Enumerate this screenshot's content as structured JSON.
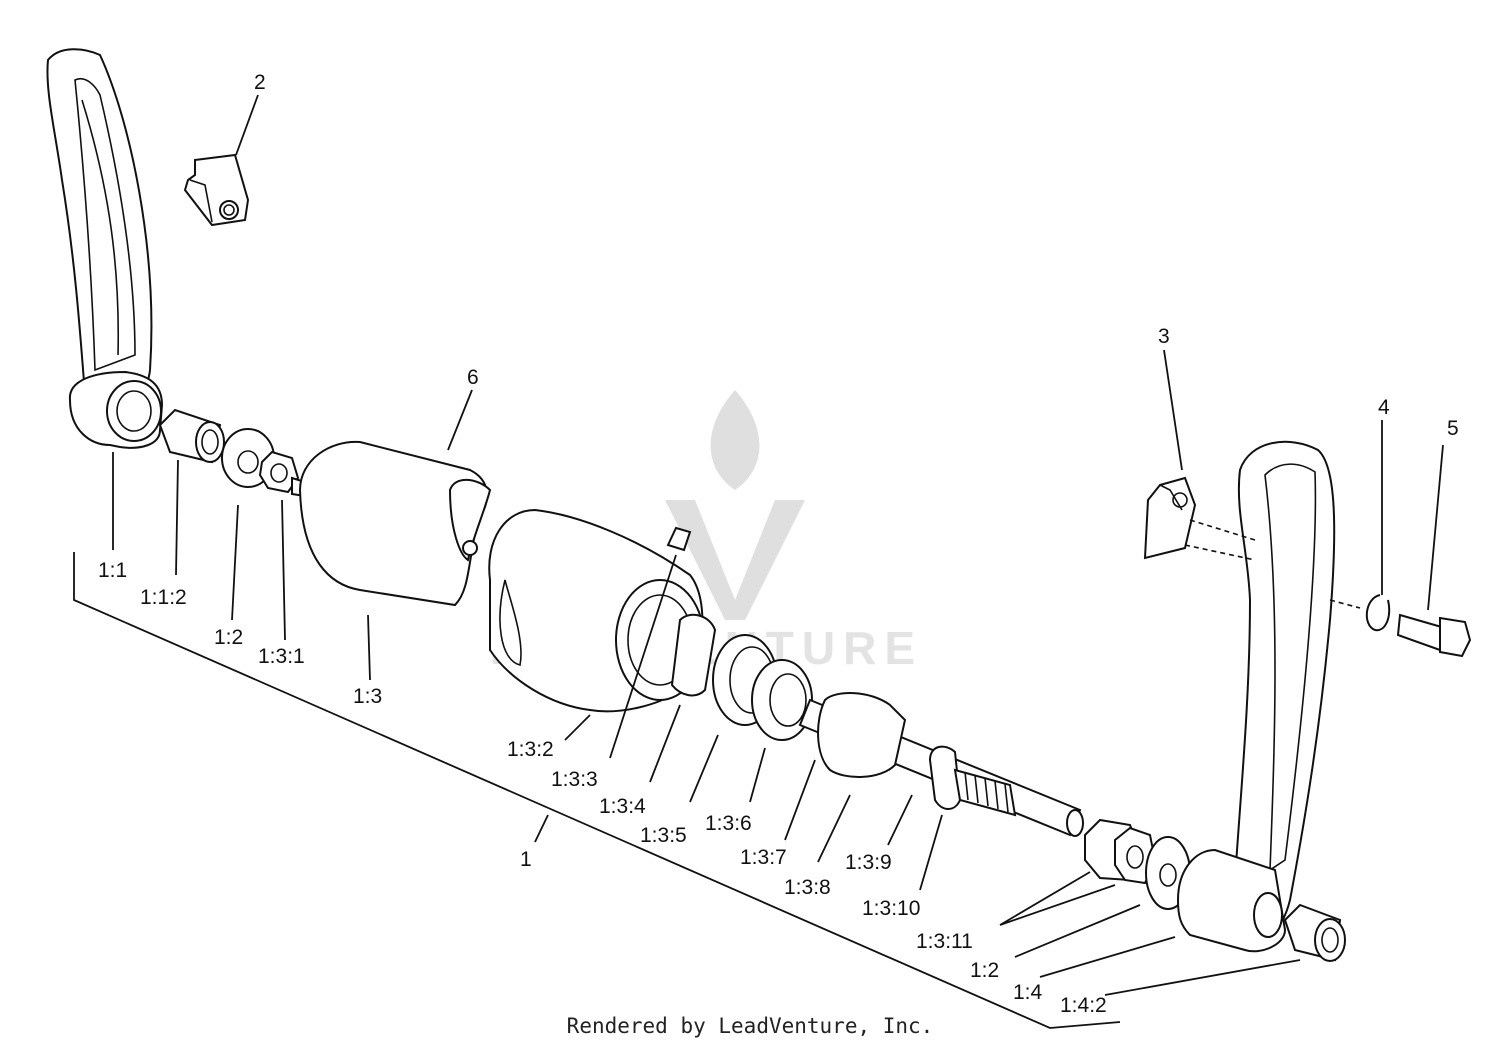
{
  "diagram": {
    "watermark": "LEADVENTURE",
    "labels": [
      {
        "id": "p2",
        "text": "2"
      },
      {
        "id": "p3",
        "text": "3"
      },
      {
        "id": "p4",
        "text": "4"
      },
      {
        "id": "p5",
        "text": "5"
      },
      {
        "id": "p6",
        "text": "6"
      },
      {
        "id": "p1_1",
        "text": "1:1"
      },
      {
        "id": "p1_1_2",
        "text": "1:1:2"
      },
      {
        "id": "p1_2a",
        "text": "1:2"
      },
      {
        "id": "p1_3_1",
        "text": "1:3:1"
      },
      {
        "id": "p1_3",
        "text": "1:3"
      },
      {
        "id": "p1_3_2",
        "text": "1:3:2"
      },
      {
        "id": "p1_3_3",
        "text": "1:3:3"
      },
      {
        "id": "p1_3_4",
        "text": "1:3:4"
      },
      {
        "id": "p1_3_5",
        "text": "1:3:5"
      },
      {
        "id": "p1_3_6",
        "text": "1:3:6"
      },
      {
        "id": "p1_3_7",
        "text": "1:3:7"
      },
      {
        "id": "p1_3_8",
        "text": "1:3:8"
      },
      {
        "id": "p1_3_9",
        "text": "1:3:9"
      },
      {
        "id": "p1_3_10",
        "text": "1:3:10"
      },
      {
        "id": "p1_3_11",
        "text": "1:3:11"
      },
      {
        "id": "p1_2b",
        "text": "1:2"
      },
      {
        "id": "p1_4",
        "text": "1:4"
      },
      {
        "id": "p1_4_2",
        "text": "1:4:2"
      },
      {
        "id": "p1",
        "text": "1"
      }
    ]
  },
  "footer": {
    "credit": "Rendered by LeadVenture, Inc."
  }
}
